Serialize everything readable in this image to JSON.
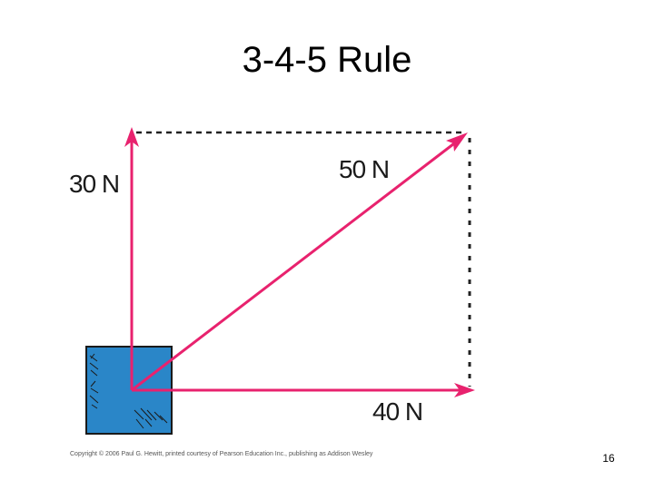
{
  "slide": {
    "title": "3-4-5 Rule",
    "page_number": "16",
    "copyright": "Copyright © 2006 Paul G. Hewitt, printed courtesy of Pearson Education Inc., publishing as Addison Wesley"
  },
  "diagram": {
    "forces": {
      "vertical": "30 N",
      "horizontal": "40 N",
      "resultant": "50 N"
    },
    "colors": {
      "arrow": "#e8226e",
      "block": "#2a86c8",
      "block_outline": "#1a1a1a",
      "dashed_line": "#222222"
    }
  }
}
